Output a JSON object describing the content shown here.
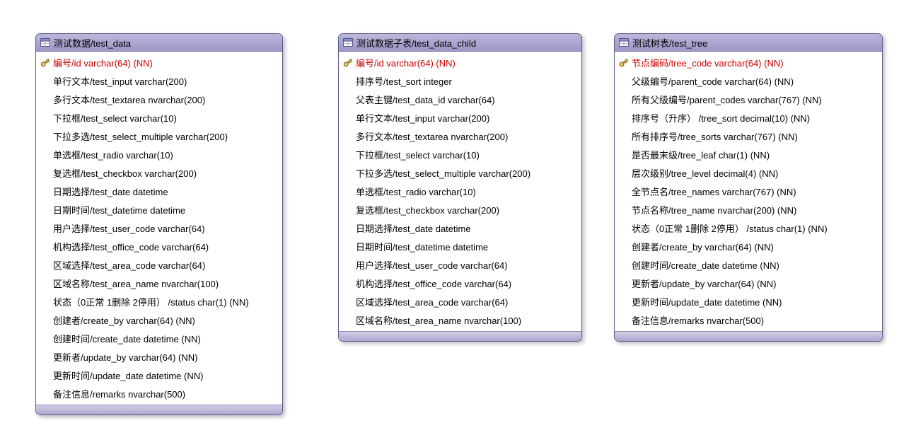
{
  "diagram": {
    "colors": {
      "header": "#9d96c8",
      "footer": "#b2acd2",
      "card_border": "#5f5b86",
      "primary_key_text": "#cc0000",
      "field_text": "#000000",
      "key_icon_gold": "#f2d86b",
      "canvas_background": "#ffffff"
    },
    "icons": {
      "table": "table-grid-icon",
      "primary_key": "key-icon"
    },
    "tables": [
      {
        "id": "test_data",
        "title": "测试数据/test_data",
        "fields": [
          {
            "text": "编号/id varchar(64) (NN)",
            "pk": true
          },
          {
            "text": "单行文本/test_input varchar(200)"
          },
          {
            "text": "多行文本/test_textarea nvarchar(200)"
          },
          {
            "text": "下拉框/test_select varchar(10)"
          },
          {
            "text": "下拉多选/test_select_multiple varchar(200)"
          },
          {
            "text": "单选框/test_radio varchar(10)"
          },
          {
            "text": "复选框/test_checkbox varchar(200)"
          },
          {
            "text": "日期选择/test_date datetime"
          },
          {
            "text": "日期时间/test_datetime datetime"
          },
          {
            "text": "用户选择/test_user_code varchar(64)"
          },
          {
            "text": "机构选择/test_office_code varchar(64)"
          },
          {
            "text": "区域选择/test_area_code varchar(64)"
          },
          {
            "text": "区域名称/test_area_name nvarchar(100)"
          },
          {
            "text": "状态（0正常 1删除 2停用） /status char(1) (NN)"
          },
          {
            "text": "创建者/create_by varchar(64) (NN)"
          },
          {
            "text": "创建时间/create_date datetime (NN)"
          },
          {
            "text": "更新者/update_by varchar(64) (NN)"
          },
          {
            "text": "更新时间/update_date datetime (NN)"
          },
          {
            "text": "备注信息/remarks nvarchar(500)"
          }
        ]
      },
      {
        "id": "test_data_child",
        "title": "测试数据子表/test_data_child",
        "fields": [
          {
            "text": "编号/id varchar(64) (NN)",
            "pk": true
          },
          {
            "text": "排序号/test_sort integer"
          },
          {
            "text": "父表主键/test_data_id varchar(64)"
          },
          {
            "text": "单行文本/test_input varchar(200)"
          },
          {
            "text": "多行文本/test_textarea nvarchar(200)"
          },
          {
            "text": "下拉框/test_select varchar(10)"
          },
          {
            "text": "下拉多选/test_select_multiple varchar(200)"
          },
          {
            "text": "单选框/test_radio varchar(10)"
          },
          {
            "text": "复选框/test_checkbox varchar(200)"
          },
          {
            "text": "日期选择/test_date datetime"
          },
          {
            "text": "日期时间/test_datetime datetime"
          },
          {
            "text": "用户选择/test_user_code varchar(64)"
          },
          {
            "text": "机构选择/test_office_code varchar(64)"
          },
          {
            "text": "区域选择/test_area_code varchar(64)"
          },
          {
            "text": "区域名称/test_area_name nvarchar(100)"
          }
        ]
      },
      {
        "id": "test_tree",
        "title": "测试树表/test_tree",
        "fields": [
          {
            "text": "节点编码/tree_code varchar(64) (NN)",
            "pk": true
          },
          {
            "text": "父级编号/parent_code varchar(64) (NN)"
          },
          {
            "text": "所有父级编号/parent_codes varchar(767) (NN)"
          },
          {
            "text": "排序号（升序） /tree_sort decimal(10) (NN)"
          },
          {
            "text": "所有排序号/tree_sorts varchar(767) (NN)"
          },
          {
            "text": "是否最末级/tree_leaf char(1) (NN)"
          },
          {
            "text": "层次级别/tree_level decimal(4) (NN)"
          },
          {
            "text": "全节点名/tree_names varchar(767) (NN)"
          },
          {
            "text": "节点名称/tree_name nvarchar(200) (NN)"
          },
          {
            "text": "状态（0正常 1删除 2停用） /status char(1) (NN)"
          },
          {
            "text": "创建者/create_by varchar(64) (NN)"
          },
          {
            "text": "创建时间/create_date datetime (NN)"
          },
          {
            "text": "更新者/update_by varchar(64) (NN)"
          },
          {
            "text": "更新时间/update_date datetime (NN)"
          },
          {
            "text": "备注信息/remarks nvarchar(500)"
          }
        ]
      }
    ]
  }
}
